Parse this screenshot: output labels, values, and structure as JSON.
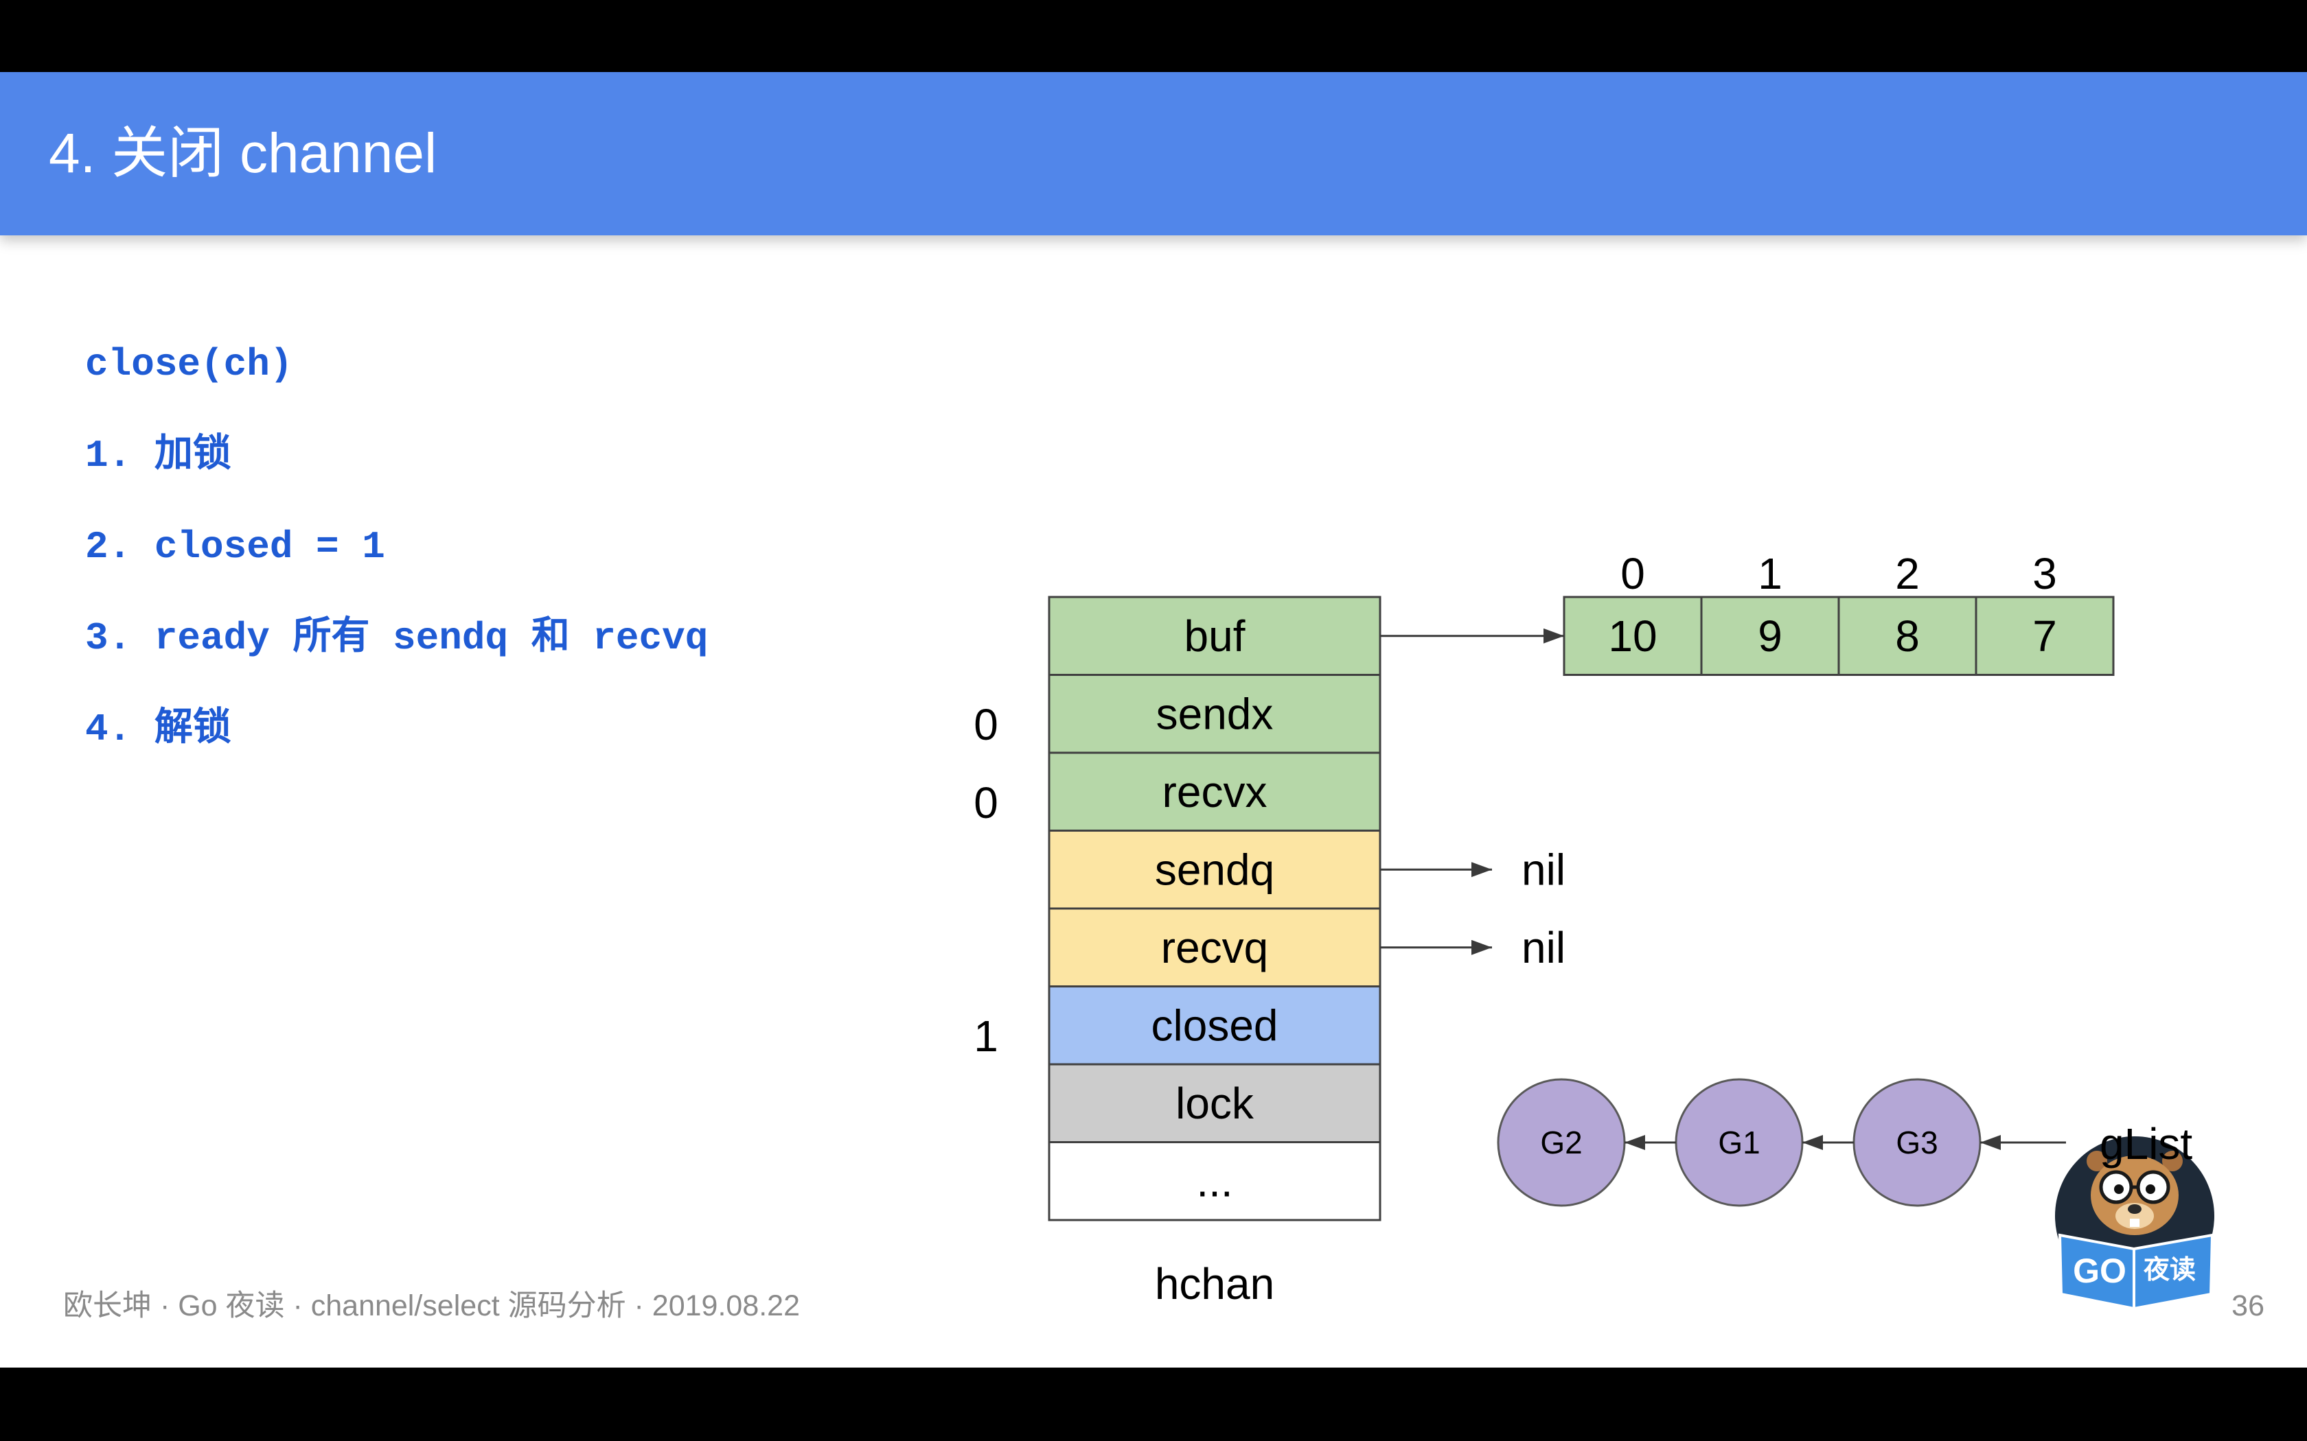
{
  "slide": {
    "title": "4. 关闭 channel",
    "code_lines": [
      "close(ch)",
      "1. 加锁",
      "2. closed = 1",
      "3. ready 所有 sendq 和 recvq",
      "4. 解锁"
    ],
    "footer": "欧长坤 · Go 夜读 · channel/select 源码分析 · 2019.08.22",
    "page_number": "36"
  },
  "hchan": {
    "caption": "hchan",
    "fields": [
      {
        "name": "buf",
        "color": "#b6d7a8"
      },
      {
        "name": "sendx",
        "value": "0",
        "color": "#b6d7a8"
      },
      {
        "name": "recvx",
        "value": "0",
        "color": "#b6d7a8"
      },
      {
        "name": "sendq",
        "color": "#fce5a3"
      },
      {
        "name": "recvq",
        "color": "#fce5a3"
      },
      {
        "name": "closed",
        "value": "1",
        "color": "#a4c2f4"
      },
      {
        "name": "lock",
        "color": "#cccccc"
      },
      {
        "name": "...",
        "color": "#ffffff"
      }
    ]
  },
  "buffer": {
    "indices": [
      "0",
      "1",
      "2",
      "3"
    ],
    "values": [
      "10",
      "9",
      "8",
      "7"
    ],
    "color": "#b6d7a8"
  },
  "queues": {
    "sendq": "nil",
    "recvq": "nil"
  },
  "glist": {
    "label": "gList",
    "goroutines": [
      "G2",
      "G1",
      "G3"
    ],
    "color": "#b4a7d6"
  },
  "logo": {
    "go": "GO",
    "cn": "夜读"
  },
  "colors": {
    "header": "#5186ea",
    "code": "#1f5bd4",
    "footer_text": "#8a8a8a"
  }
}
